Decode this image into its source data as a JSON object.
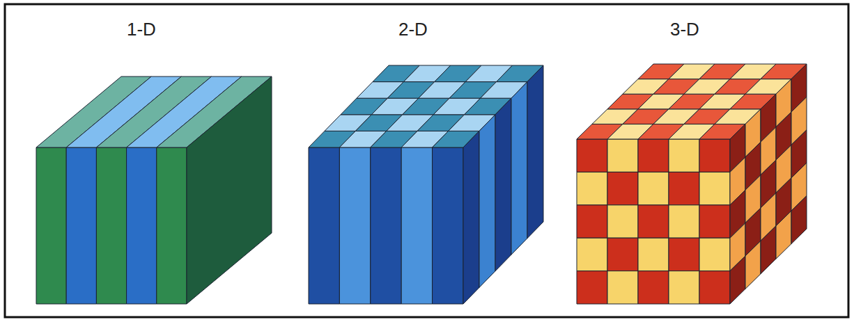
{
  "diagram": {
    "labels": [
      "1-D",
      "2-D",
      "3-D"
    ]
  }
}
